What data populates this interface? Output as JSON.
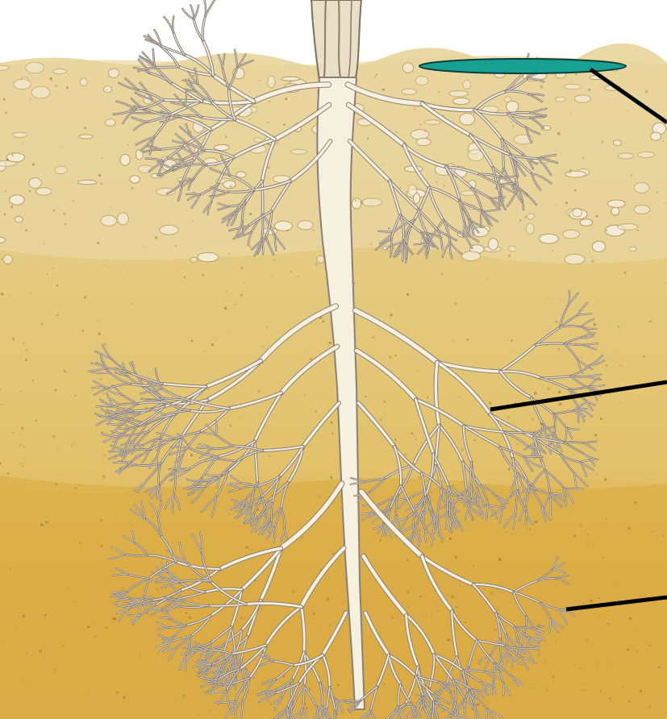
{
  "figure": {
    "subject": "tree-root-system-in-soil-layers",
    "soil_layers": [
      {
        "id": "topsoil",
        "color": "#e8d49a"
      },
      {
        "id": "subsoil",
        "color": "#e2c36f"
      },
      {
        "id": "parent-material",
        "color": "#d9a93e"
      }
    ],
    "colors": {
      "sky": "#ffffff",
      "root": "#f6f0df",
      "root_outline": "#8a7f78",
      "pebble": "#f3ecd8",
      "pebble_outline": "#b89a5a",
      "label_oval_fill": "#17a192",
      "label_oval_stroke": "#0d3d38",
      "pointer_line": "#000000"
    },
    "pointers": [
      {
        "id": "pointer-topsoil",
        "has_oval": true
      },
      {
        "id": "pointer-subsoil",
        "has_oval": false
      },
      {
        "id": "pointer-parent-material",
        "has_oval": false
      }
    ]
  }
}
